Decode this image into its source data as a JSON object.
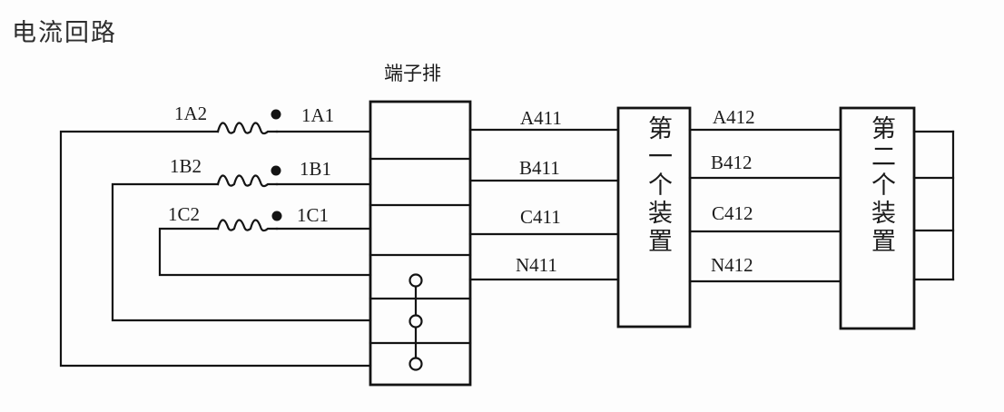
{
  "title": "电流回路",
  "terminal_block": {
    "label": "端子排",
    "cells": 6,
    "test_terminal_circles": 3
  },
  "current_transformer": {
    "phases": [
      {
        "name": "A",
        "left_label": "1A2",
        "right_label": "1A1"
      },
      {
        "name": "B",
        "left_label": "1B2",
        "right_label": "1B1"
      },
      {
        "name": "C",
        "left_label": "1C2",
        "right_label": "1C1"
      }
    ]
  },
  "wire_labels": {
    "terminal_to_device1": [
      "A411",
      "B411",
      "C411",
      "N411"
    ],
    "device1_to_device2": [
      "A412",
      "B412",
      "C412",
      "N412"
    ]
  },
  "devices": [
    {
      "id": "device-1",
      "label": "第一个装置"
    },
    {
      "id": "device-2",
      "label": "第二个装置"
    }
  ],
  "colors": {
    "line": "#141414",
    "background": "#fdfdfd",
    "text_primary": "#2e2e2e",
    "text_labels": "#1c1c1c"
  }
}
